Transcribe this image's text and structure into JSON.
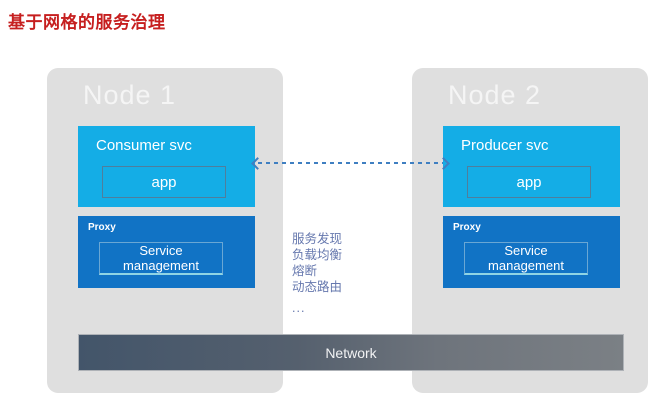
{
  "title": "基于网格的服务治理",
  "nodes": [
    {
      "name": "Node 1",
      "service": {
        "label": "Consumer svc",
        "app_label": "app"
      },
      "proxy": {
        "label": "Proxy",
        "inner_label": "Service management"
      }
    },
    {
      "name": "Node 2",
      "service": {
        "label": "Producer svc",
        "app_label": "app"
      },
      "proxy": {
        "label": "Proxy",
        "inner_label": "Service management"
      }
    }
  ],
  "mesh_features": [
    "服务发现",
    "负载均衡",
    "熔断",
    "动态路由",
    "..."
  ],
  "network": {
    "label": "Network"
  },
  "colors": {
    "title_red": "#c61f1f",
    "node_bg": "#dfdfdf",
    "service_cyan": "#14ade6",
    "proxy_blue": "#1173c5",
    "arrow_blue": "#3f7fc1",
    "feature_text": "#6678ae",
    "network_dark": "#43556a",
    "network_light": "#7b8085"
  }
}
